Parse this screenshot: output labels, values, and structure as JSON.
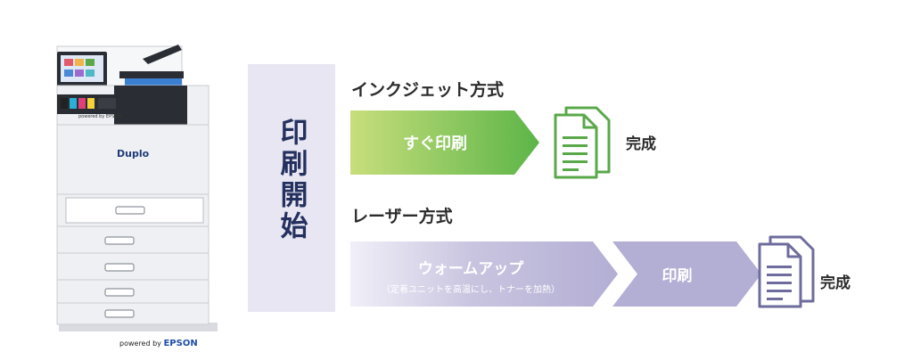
{
  "printer": {
    "brand": "Duplo",
    "powered_by_small": "powered by EPSON",
    "caption_powered": "powered by",
    "caption_brand": "EPSON"
  },
  "start": {
    "label": "印刷開始"
  },
  "inkjet": {
    "title": "インクジェット方式",
    "step_label": "すぐ印刷",
    "done": "完成",
    "color_start": "#c8de7c",
    "color_end": "#5cb548"
  },
  "laser": {
    "title": "レーザー方式",
    "warmup_label": "ウォームアップ",
    "warmup_sub": "（定着ユニットを高温にし、トナーを加熱）",
    "print_label": "印刷",
    "done": "完成",
    "color_start": "#f1eff8",
    "color_mid": "#c9c5e0",
    "color_end": "#b3aed4"
  },
  "colors": {
    "start_bar": "#e8e6f2",
    "inkjet_icon": "#5aa84a",
    "laser_icon": "#6e6c9c"
  },
  "icons": {
    "inkjet_done": "document-stack-icon",
    "laser_done": "document-stack-icon"
  }
}
